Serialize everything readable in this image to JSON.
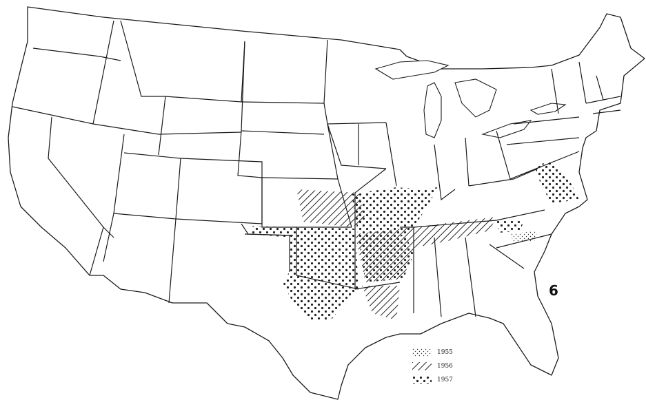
{
  "figure": {
    "number": "6"
  },
  "legend": {
    "items": [
      {
        "label": "1955",
        "pattern": "fine-dots"
      },
      {
        "label": "1956",
        "pattern": "diagonal-hatch"
      },
      {
        "label": "1957",
        "pattern": "heavy-dots"
      }
    ]
  },
  "map": {
    "colors": {
      "ink": "#1a1a1a",
      "background": "#ffffff"
    }
  }
}
